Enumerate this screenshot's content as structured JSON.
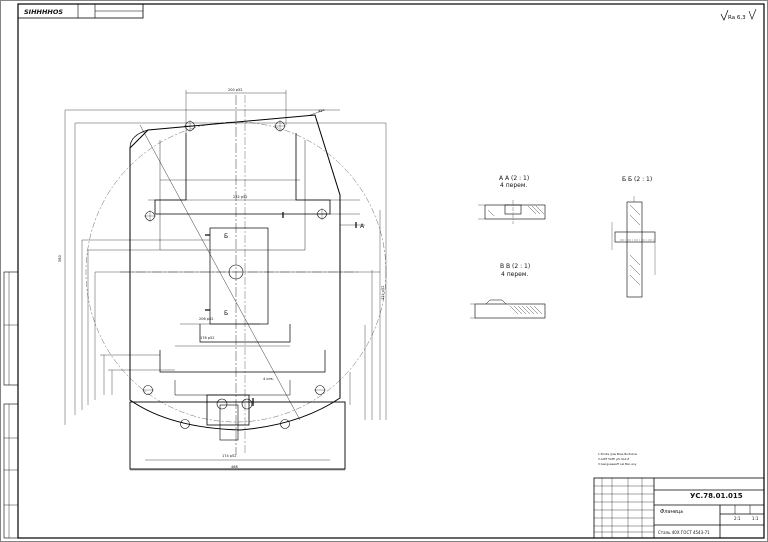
{
  "stamp_top": "SIHHHHOS",
  "roughness": "Ra 6,3",
  "section_aa": {
    "title": "А  А (2 : 1)",
    "note": "4 перем."
  },
  "section_bb": {
    "title": "Б  Б (2 : 1)"
  },
  "section_vv": {
    "title": "В  В (2 : 1)",
    "note": "4 перем."
  },
  "view_label_b": "Б",
  "view_label_a": "А",
  "notes": [
    "1  Points (pas Boss Burtobus",
    "2  ALTE 5ATE  µ% 0L0 Z",
    "3  Ganguaaaaf? Lel Ban any"
  ],
  "title_block": {
    "doc_code": "УС.78.01.015",
    "part_name": "Фланець",
    "scale": "2:1",
    "sheet": "1:1",
    "material": "Сталь 40Х ГОСТ 4543-71"
  },
  "dims": {
    "d_top_width": "200 p52",
    "d_inner_width": "232 p52",
    "d_mid_width": "206 p52",
    "d_low_width": "176 p52",
    "d_bottom_inner": "174 p52",
    "d_total_width": "468",
    "d_total_height": "580",
    "d_right": "314 p52",
    "d_angle": "45°",
    "d_hole": "4 отв."
  }
}
